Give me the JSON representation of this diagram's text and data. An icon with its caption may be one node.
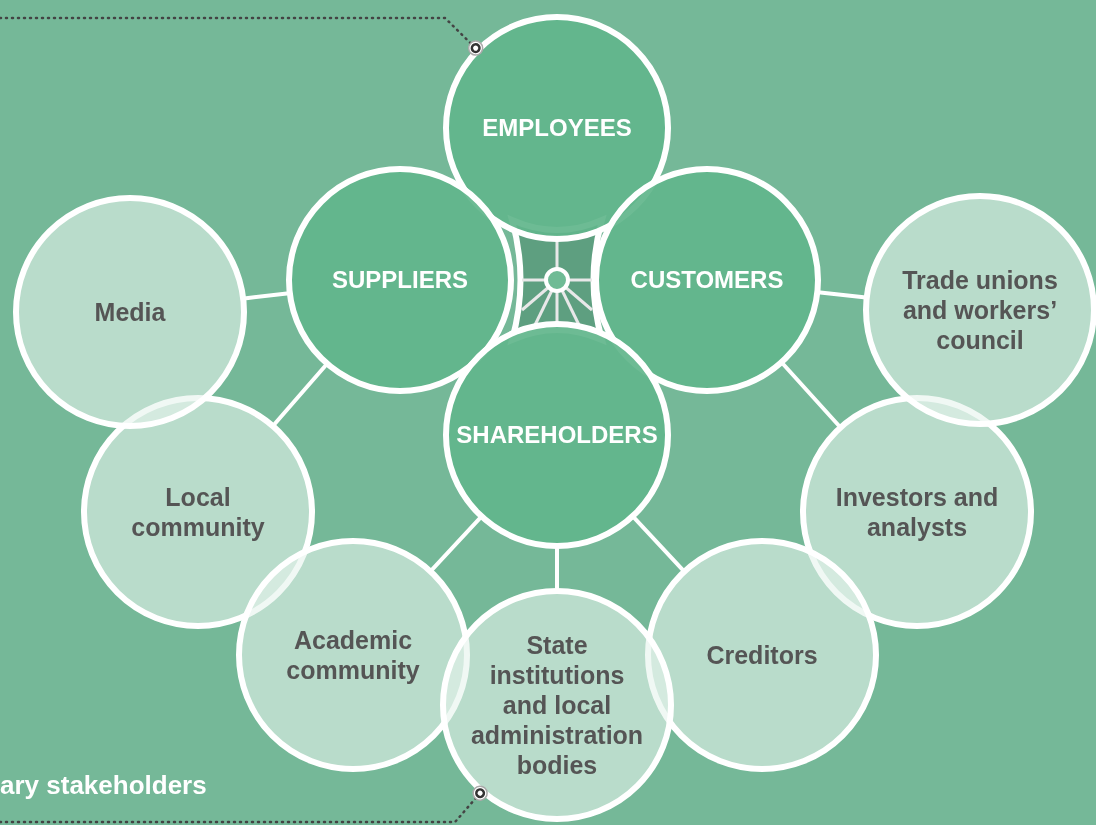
{
  "diagram": {
    "nodes": [
      {
        "text": [
          "EMPLOYEES"
        ]
      },
      {
        "text": [
          "SUPPLIERS"
        ]
      },
      {
        "text": [
          "CUSTOMERS"
        ]
      },
      {
        "text": [
          "Media"
        ]
      },
      {
        "text": [
          "Trade unions and workers’ council"
        ]
      },
      {
        "text": [
          "SHAREHOLDERS"
        ]
      },
      {
        "text": [
          "Local community"
        ]
      },
      {
        "text": [
          "Investors and analysts"
        ]
      },
      {
        "text": [
          "Academic community"
        ]
      },
      {
        "text": [
          "State institutions and local administration bodies"
        ]
      },
      {
        "text": [
          "Creditors"
        ]
      }
    ],
    "edges": [
      {
        "from": 3,
        "to": 1,
        "arrow": "none"
      },
      {
        "from": 6,
        "to": 1,
        "arrow": "none"
      },
      {
        "from": 4,
        "to": 2,
        "arrow": "none"
      },
      {
        "from": 7,
        "to": 2,
        "arrow": "none"
      },
      {
        "from": 8,
        "to": 5,
        "arrow": "none"
      },
      {
        "from": 9,
        "to": 5,
        "arrow": "none"
      },
      {
        "from": 10,
        "to": 5,
        "arrow": "none"
      },
      {
        "from": null,
        "to": 0,
        "arrow": "other",
        "style": "dashed",
        "color": "#444444"
      },
      {
        "from": null,
        "to": 9,
        "arrow": "other",
        "style": "dashed",
        "color": "#444444"
      }
    ],
    "labels": [
      "ary stakeholders"
    ]
  }
}
